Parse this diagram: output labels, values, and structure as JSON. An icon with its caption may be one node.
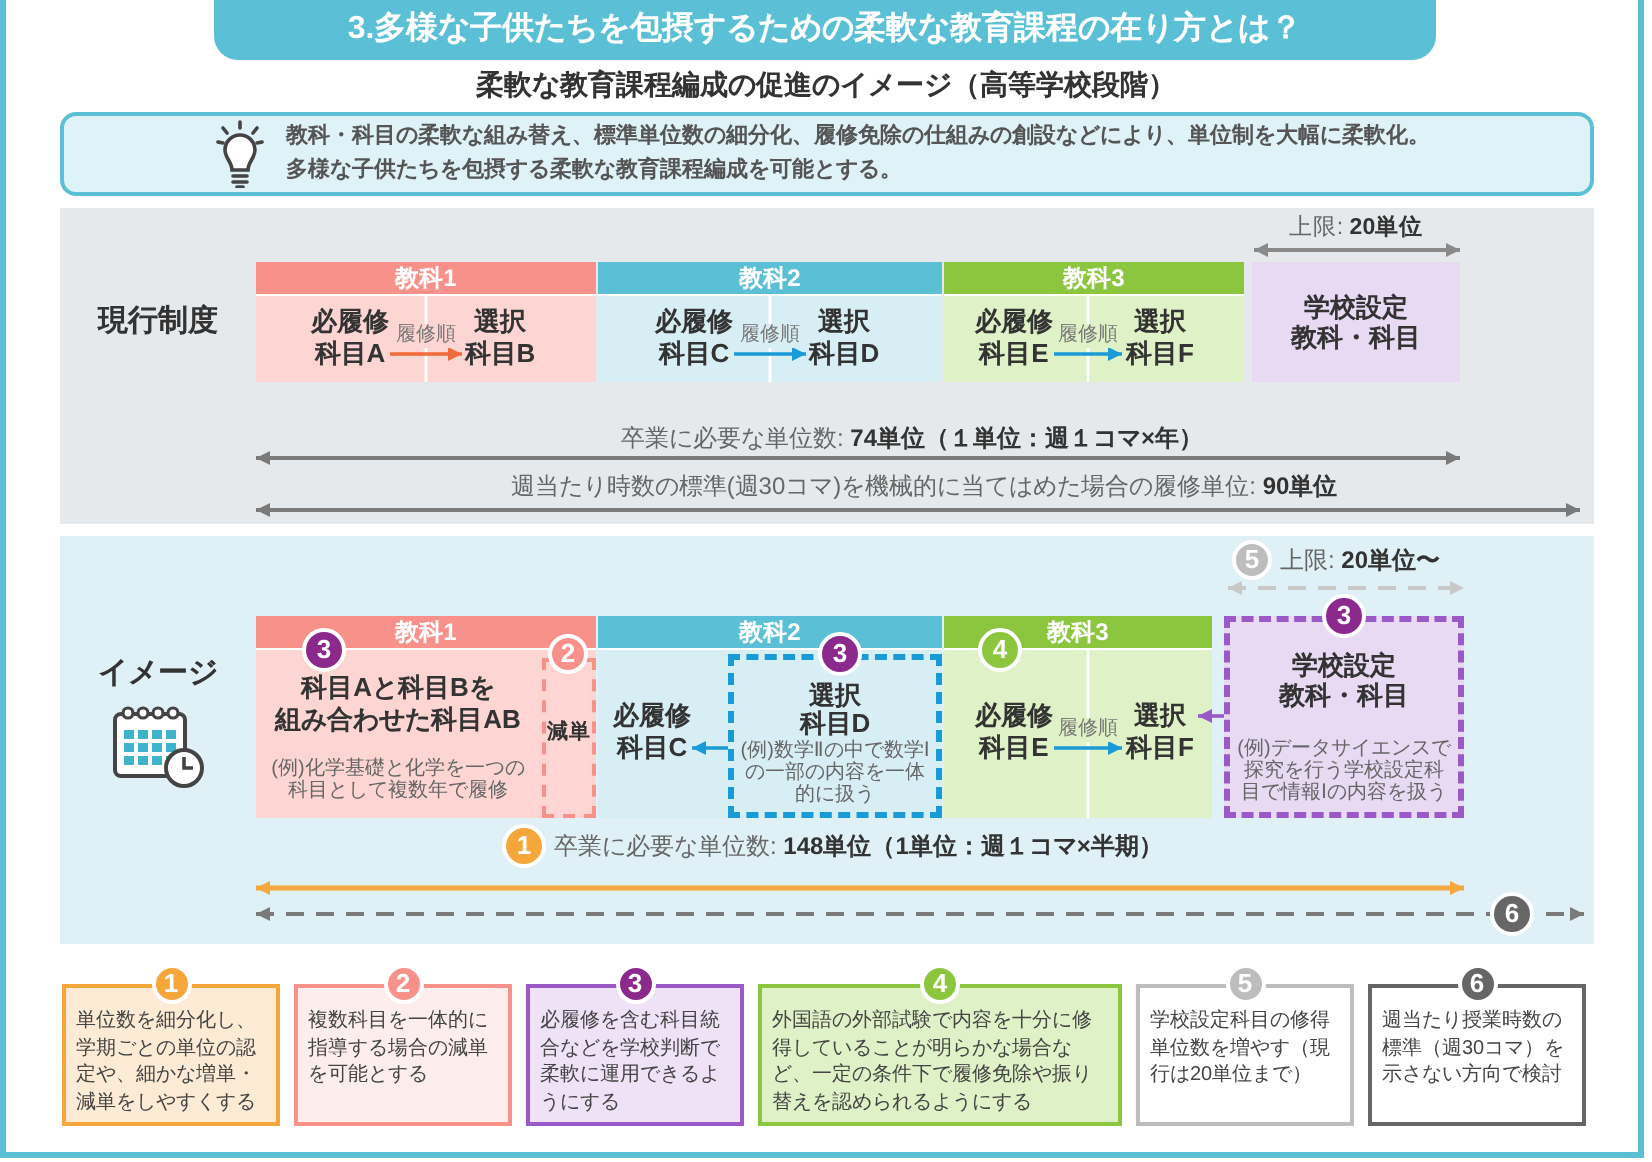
{
  "diagram": {
    "title": "3.多様な子供たちを包摂するための柔軟な教育課程の在り方とは？",
    "nodes": [
      {
        "text": [
          "教科・科目の柔軟な組み替え、標準単位数の細分化、履修免除の仕組みの創設などにより、単位制を大幅に柔軟化。",
          "多様な子供たちを包摂する柔軟な教育課程編成を可能とする。"
        ]
      },
      {
        "text": [
          "現行制度"
        ]
      },
      {
        "text": [
          "教科1"
        ],
        "in": 1
      },
      {
        "text": [
          "必履修科目A"
        ],
        "in": 2
      },
      {
        "text": [
          "選択科目B"
        ],
        "in": 2
      },
      {
        "text": [
          "教科2"
        ],
        "in": 1
      },
      {
        "text": [
          "必履修科目C"
        ],
        "in": 5
      },
      {
        "text": [
          "選択科目D"
        ],
        "in": 5
      },
      {
        "text": [
          "教科3"
        ],
        "in": 1
      },
      {
        "text": [
          "必履修科目E"
        ],
        "in": 8
      },
      {
        "text": [
          "選択科目F"
        ],
        "in": 8
      },
      {
        "text": [
          "学校設定",
          "教科・科目"
        ],
        "in": 1
      },
      {
        "text": [
          "イメージ"
        ]
      },
      {
        "text": [
          "教科1"
        ],
        "in": 12
      },
      {
        "text": [
          "科目Aと科目Bを",
          "組み合わせた科目AB",
          "(例)化学基礎と化学を一つの科目として複数年で履修"
        ],
        "in": 13
      },
      {
        "text": [
          "減単"
        ],
        "in": 13
      },
      {
        "text": [
          "教科2"
        ],
        "in": 12
      },
      {
        "text": [
          "必履修科目C"
        ],
        "in": 16
      },
      {
        "text": [
          "選択科目D",
          "(例)数学Ⅱの中で数学Ⅰの一部の内容を一体的に扱う"
        ],
        "in": 16
      },
      {
        "text": [
          "教科3"
        ],
        "in": 12
      },
      {
        "text": [
          "必履修科目E"
        ],
        "in": 19
      },
      {
        "text": [
          "選択科目F"
        ],
        "in": 19
      },
      {
        "text": [
          "学校設定",
          "教科・科目",
          "(例)データサイエンスで探究を行う学校設定科目で情報Ⅰの内容を扱う"
        ],
        "in": 12
      },
      {
        "text": [
          "単位数を細分化し、学期ごとの単位の認定や、細かな増単・減単をしやすくする"
        ]
      },
      {
        "text": [
          "複数科目を一体的に指導する場合の減単を可能とする"
        ]
      },
      {
        "text": [
          "必履修を含む科目統合などを学校判断で柔軟に運用できるようにする"
        ]
      },
      {
        "text": [
          "外国語の外部試験で内容を十分に修得していることが明らかな場合など、一定の条件下で履修免除や振り替えを認められるようにする"
        ]
      },
      {
        "text": [
          "学校設定科目の修得単位数を増やす（現行は20単位まで）"
        ]
      },
      {
        "text": [
          "週当たり授業時数の標準（週30コマ）を示さない方向で検討"
        ]
      }
    ],
    "edges": [
      {
        "from": 3,
        "to": 4,
        "arrow": "to",
        "label": "履修順",
        "color": "#f26b3a"
      },
      {
        "from": 6,
        "to": 7,
        "arrow": "to",
        "label": "履修順"
      },
      {
        "from": 9,
        "to": 10,
        "arrow": "to",
        "label": "履修順"
      },
      {
        "from": 18,
        "to": 17,
        "arrow": "to"
      },
      {
        "from": 20,
        "to": 21,
        "arrow": "to",
        "label": "履修順"
      },
      {
        "from": 22,
        "to": 21,
        "arrow": "to",
        "color": "#9b59c8"
      }
    ],
    "labels": [
      "柔軟な教育課程編成の促進のイメージ（高等学校段階）",
      "上限: **20単位**",
      "卒業に必要な単位数: **74単位（１単位：週１コマ×年）**",
      "週当たり時数の標準(週30コマ)を機械的に当てはめた場合の履修単位: **90単位**",
      "5",
      "上限: **20単位〜**",
      "3",
      "3",
      "2",
      "3",
      "4",
      "1",
      "卒業に必要な単位数: **148単位（1単位：週１コマ×半期）**",
      "6",
      "1",
      "2",
      "3",
      "4",
      "5",
      "6"
    ]
  }
}
